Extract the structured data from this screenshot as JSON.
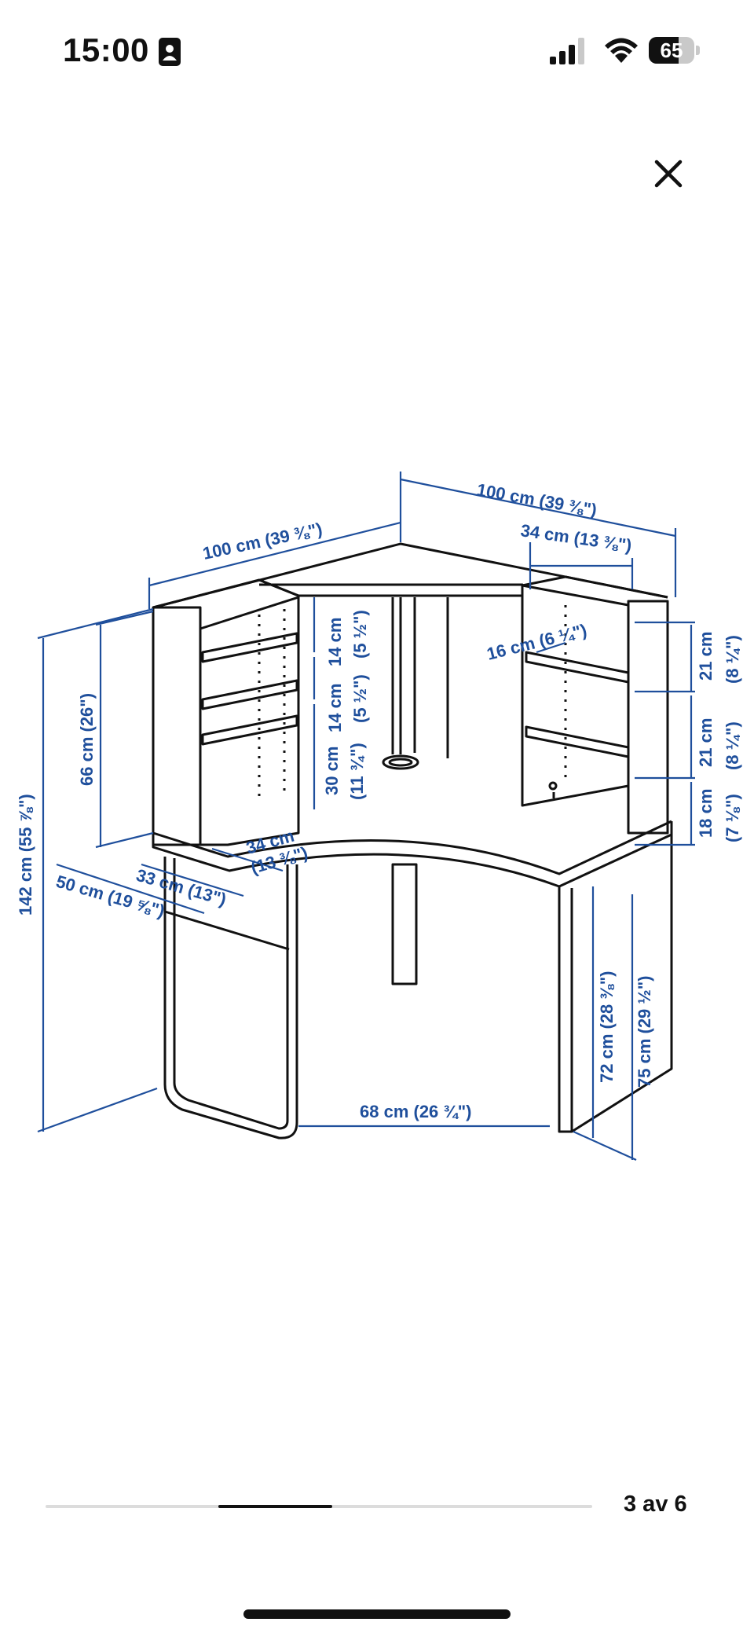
{
  "status_bar": {
    "time": "15:00",
    "battery_level": "65",
    "battery_fraction": 0.65
  },
  "icons": {
    "close": "close-icon",
    "portrait": "person-card-icon",
    "signal": "cellular-signal-icon",
    "wifi": "wifi-icon",
    "battery": "battery-icon"
  },
  "colors": {
    "dimension_blue": "#1f4f9c",
    "line": "#111111"
  },
  "dimensions": {
    "top_right_width": "100 cm (39 ⅜\")",
    "top_left_width": "100 cm (39 ⅜\")",
    "upper_shelf_width": "34 cm (13 ⅜\")",
    "shelf_depth": "16 cm (6 ¼\")",
    "left_shelf_h1": "14 cm",
    "left_shelf_h1_in": "(5 ½\")",
    "left_shelf_h2": "14 cm",
    "left_shelf_h2_in": "(5 ½\")",
    "left_shelf_h3": "30 cm",
    "left_shelf_h3_in": "(11 ¾\")",
    "right_shelf_h1": "21 cm",
    "right_shelf_h1_in": "(8 ¼\")",
    "right_shelf_h2": "21 cm",
    "right_shelf_h2_in": "(8 ¼\")",
    "right_shelf_h3": "18 cm",
    "right_shelf_h3_in": "(7 ⅛\")",
    "hutch_height": "66 cm (26\")",
    "total_height": "142 cm (55 ⅞\")",
    "lower_shelf_width": "34 cm",
    "lower_shelf_width_in": "(13 ⅜\")",
    "side_depth": "33 cm (13\")",
    "desk_depth": "50 cm (19 ⅝\")",
    "leg_gap": "68 cm (26 ¾\")",
    "under_height": "72 cm (28 ⅜\")",
    "desk_height": "75 cm (29 ½\")"
  },
  "pager": {
    "label": "3 av 6",
    "current": 3,
    "total": 6
  }
}
